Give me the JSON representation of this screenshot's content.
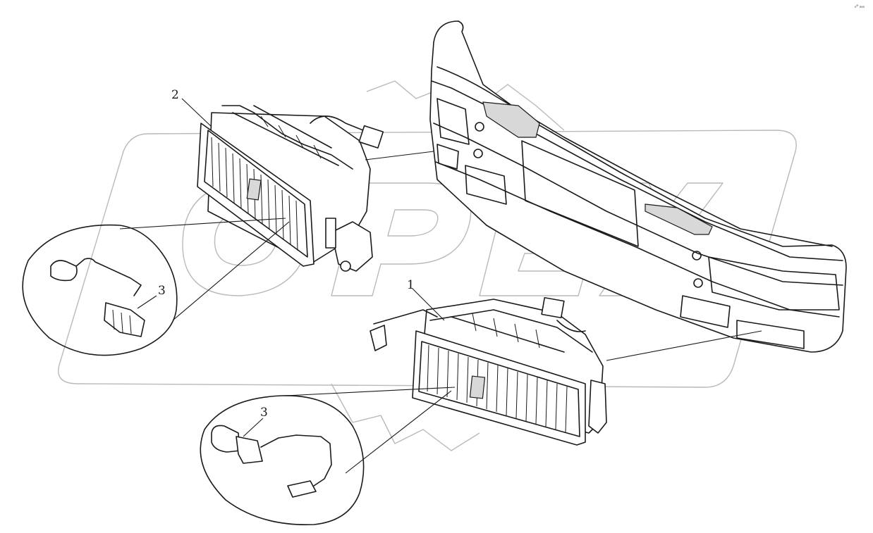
{
  "callouts": {
    "fog_lamp_right": "1",
    "fog_lamp_left": "2",
    "bulb_left": "3",
    "bulb_right": "3"
  },
  "watermark": {
    "text": "OPEX"
  },
  "corner_mark": "₀⁹ ₀₀₀",
  "colors": {
    "line": "#1a1a1a",
    "watermark": "#b9b9b9",
    "background": "#ffffff"
  }
}
